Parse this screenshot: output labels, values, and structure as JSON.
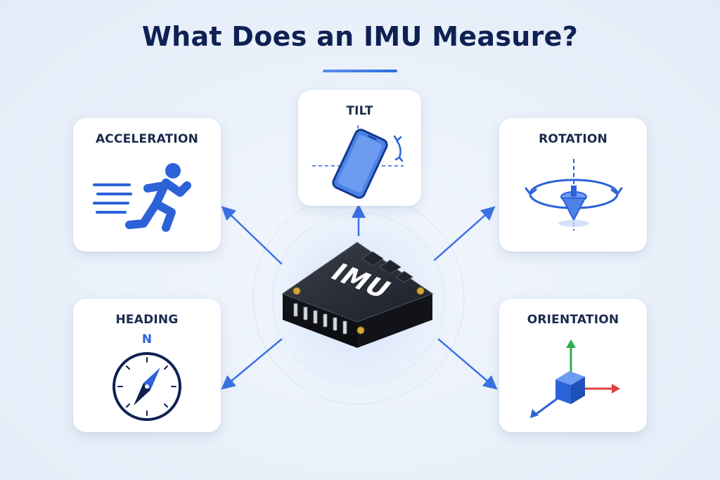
{
  "title": "What Does an IMU Measure?",
  "chip_label": "IMU",
  "cards": {
    "acceleration": "ACCELERATION",
    "tilt": "TILT",
    "rotation": "ROTATION",
    "heading": "HEADING",
    "orientation": "ORIENTATION"
  },
  "compass_north": "N",
  "colors": {
    "title": "#0f2153",
    "accent_blue": "#2c62d8",
    "axis_green": "#2fae4a",
    "axis_red": "#e04040"
  },
  "icons": {
    "acceleration": "running-person-icon",
    "tilt": "tilted-phone-icon",
    "rotation": "spinning-top-icon",
    "heading": "compass-icon",
    "orientation": "3d-axes-cube-icon"
  }
}
